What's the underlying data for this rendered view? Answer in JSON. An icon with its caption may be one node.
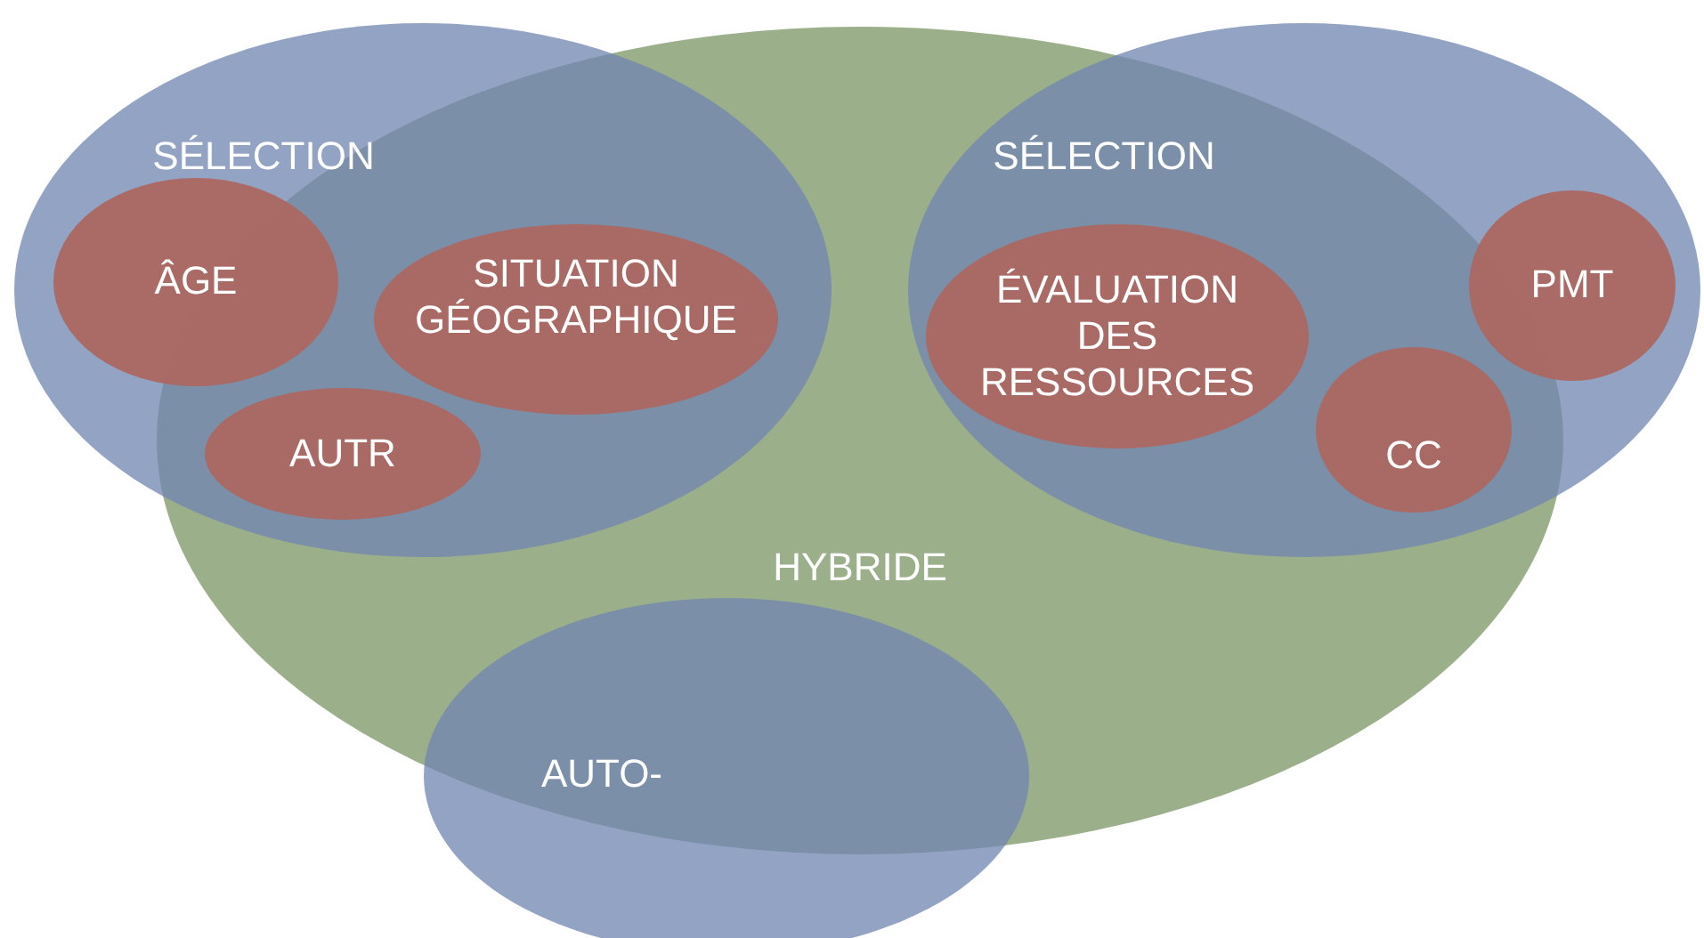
{
  "diagram": {
    "nodes": [
      {
        "text": [
          "SÉLECTION"
        ]
      },
      {
        "text": [
          "ÂGE"
        ],
        "in": 0
      },
      {
        "text": [
          "SITUATION GÉOGRAPHIQUE"
        ],
        "in": 0
      },
      {
        "text": [
          "AUTR"
        ],
        "in": 0
      },
      {
        "text": [
          "HYBRIDE"
        ]
      },
      {
        "text": [
          "SÉLECTION"
        ]
      },
      {
        "text": [
          "ÉVALUATION DES RESSOURCES"
        ],
        "in": 5
      },
      {
        "text": [
          "PMT"
        ],
        "in": 5
      },
      {
        "text": [
          "CC"
        ],
        "in": 5
      },
      {
        "text": [
          "AUTO-"
        ]
      }
    ]
  }
}
